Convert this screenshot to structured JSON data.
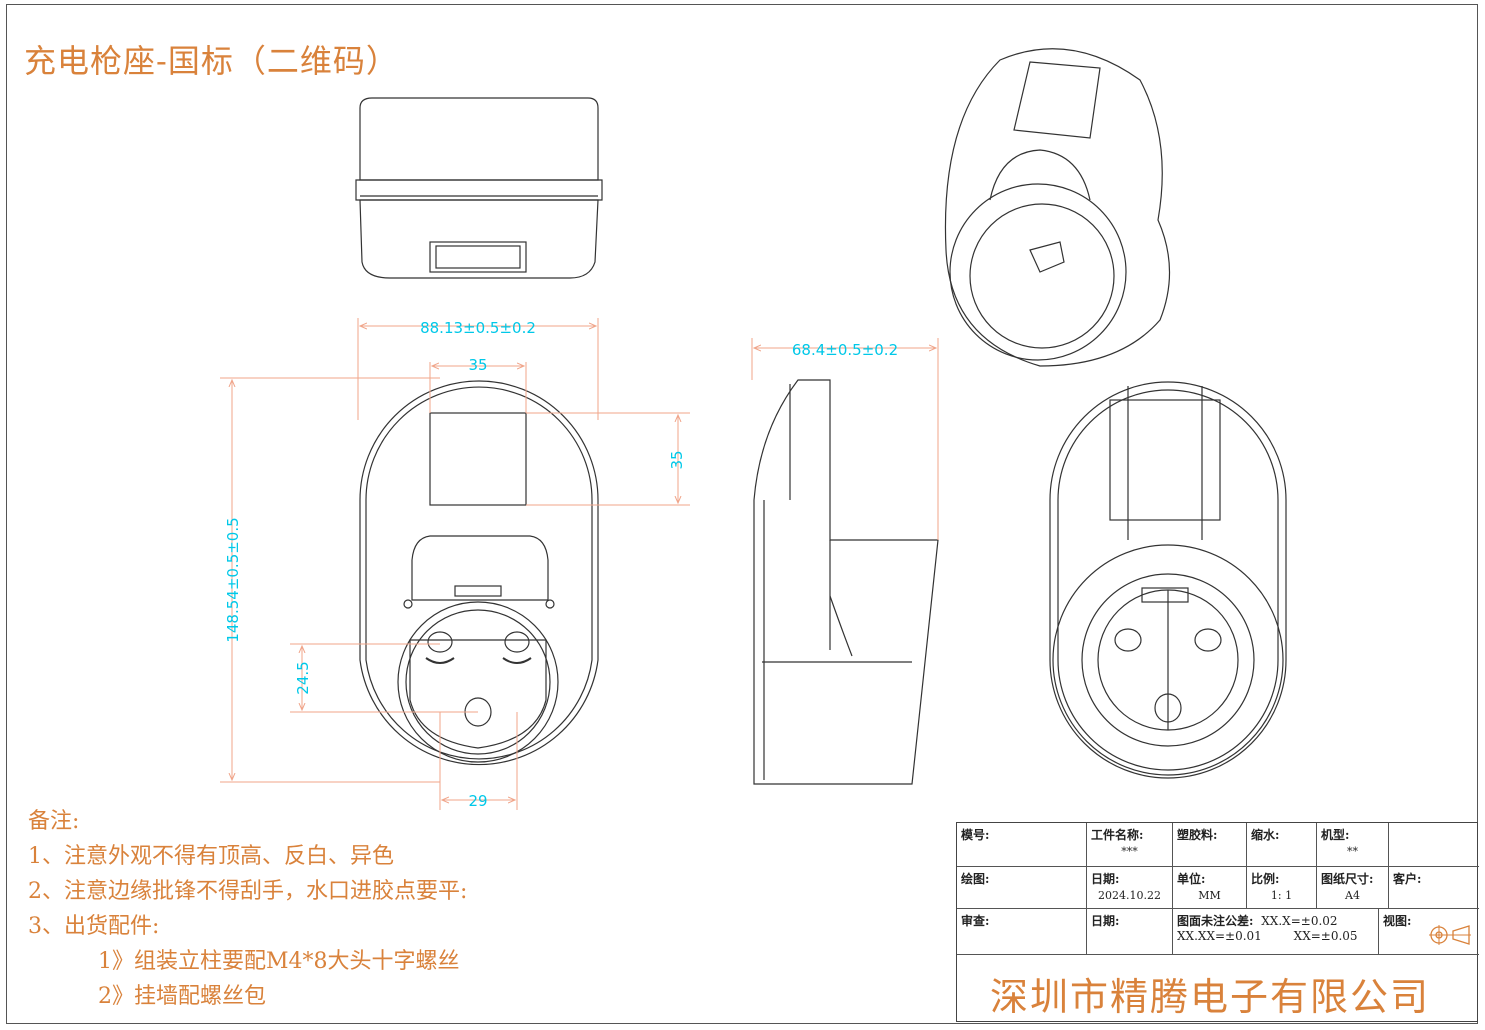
{
  "title": "充电枪座-国标（二维码）",
  "dimensions": {
    "width": "88.13±0.5±0.2",
    "qr_width": "35",
    "qr_height": "35",
    "height": "148.54±0.5±0.5",
    "pin_spacing_v": "24.5",
    "pin_spacing_h": "29",
    "depth": "68.4±0.5±0.2"
  },
  "notes": {
    "heading": "备注:",
    "line1": "1、注意外观不得有顶高、反白、异色",
    "line2": "2、注意边缘批锋不得刮手，水口进胶点要平:",
    "line3": "3、出货配件:",
    "sub1": "1》组装立柱要配M4*8大头十字螺丝",
    "sub2": "2》挂墙配螺丝包"
  },
  "title_block": {
    "model_label": "模号:",
    "part_name_label": "工件名称:",
    "part_name_value": "***",
    "plastic_label": "塑胶料:",
    "shrink_label": "缩水:",
    "machine_label": "机型:",
    "machine_value": "**",
    "drawn_label": "绘图:",
    "date_label": "日期:",
    "date_value": "2024.10.22",
    "unit_label": "单位:",
    "unit_value": "MM",
    "scale_label": "比例:",
    "scale_value": "1: 1",
    "paper_label": "图纸尺寸:",
    "paper_value": "A4",
    "customer_label": "客户:",
    "review_label": "审查:",
    "date2_label": "日期:",
    "tolerance_label": "图面未注公差:",
    "tol1": "XX.X=±0.02",
    "tol2": "XX.XX=±0.01",
    "tol3": "XX=±0.05",
    "view_label": "视图:",
    "company": "深圳市精腾电子有限公司"
  },
  "colors": {
    "accent": "#d9823b",
    "dimension": "#00c8e8",
    "dim_line": "#f0a58a",
    "line": "#333333"
  }
}
